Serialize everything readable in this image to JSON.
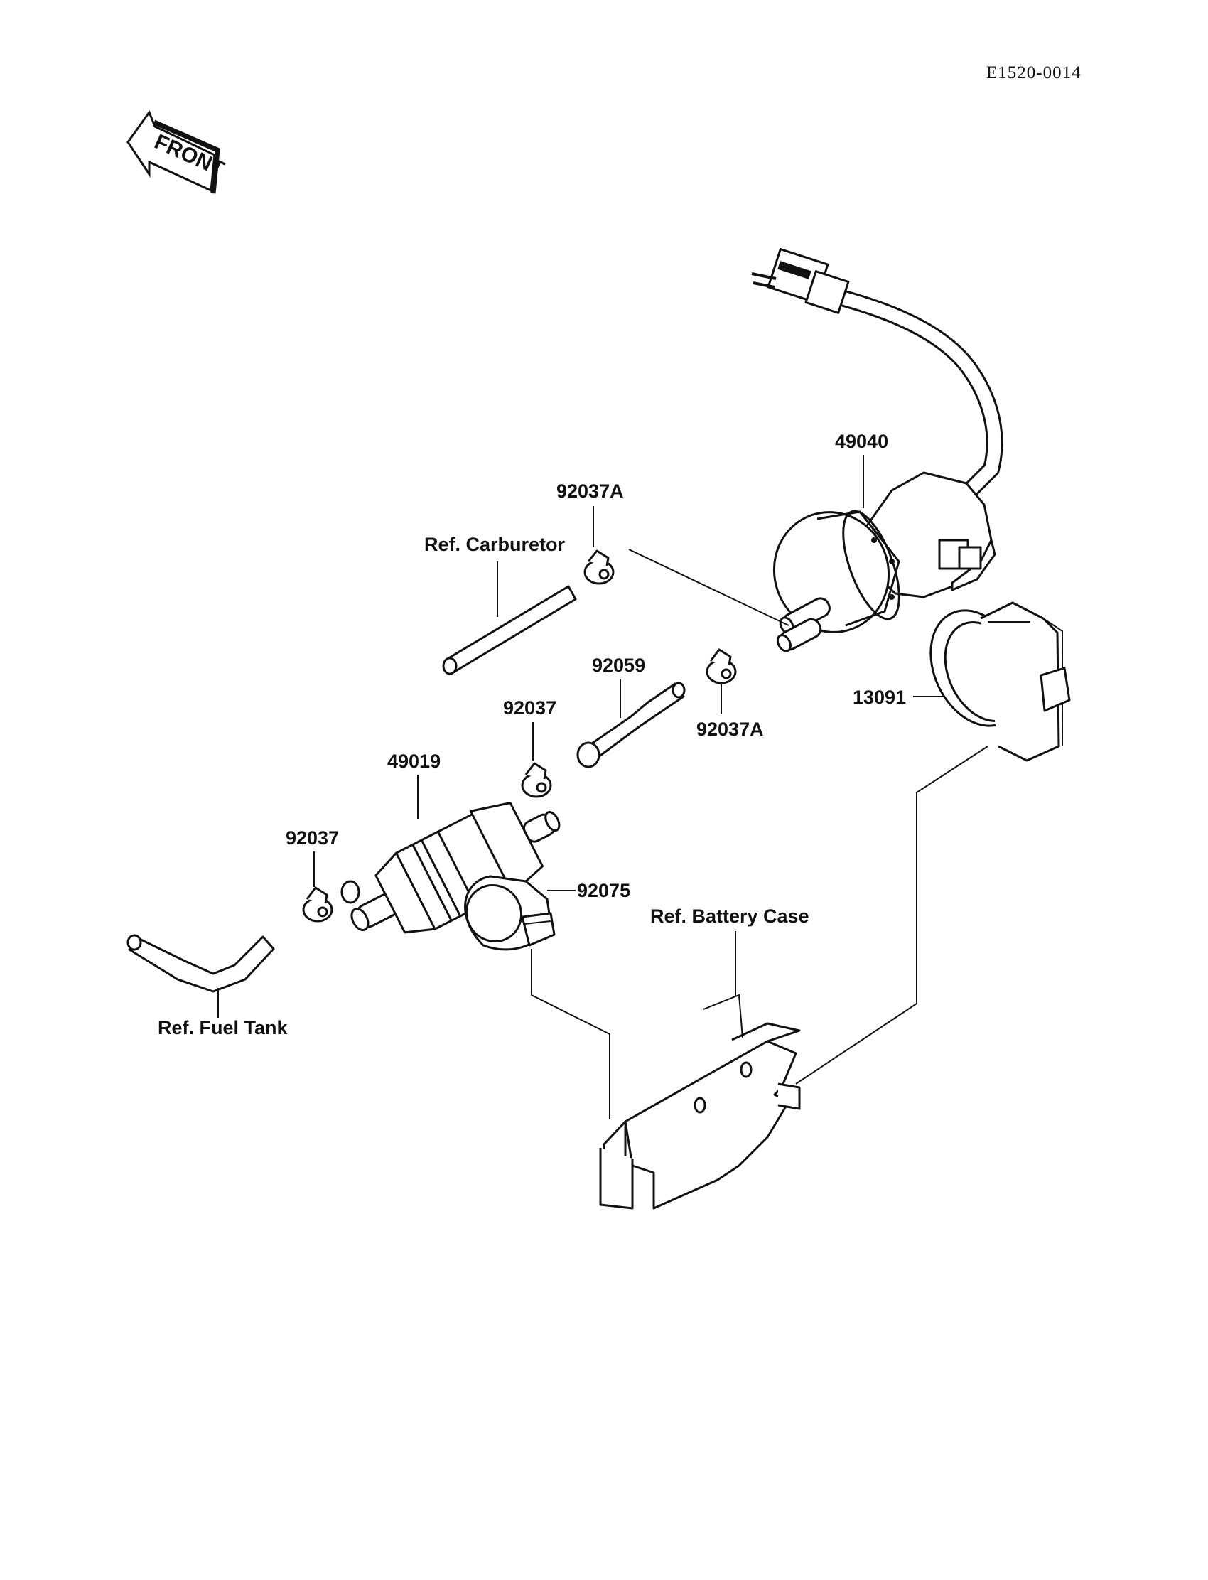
{
  "diagram_code": "E1520-0014",
  "front_arrow": {
    "label": "FRONT",
    "icon": "front-arrow-icon"
  },
  "callouts": {
    "p49040": "49040",
    "p92037a_top": "92037A",
    "ref_carburetor": "Ref. Carburetor",
    "p92059": "92059",
    "p92037a_right": "92037A",
    "p92037_mid": "92037",
    "p49019": "49019",
    "p92037_left": "92037",
    "p92075": "92075",
    "p13091": "13091",
    "ref_battery_case": "Ref. Battery Case",
    "ref_fuel_tank": "Ref. Fuel Tank"
  }
}
